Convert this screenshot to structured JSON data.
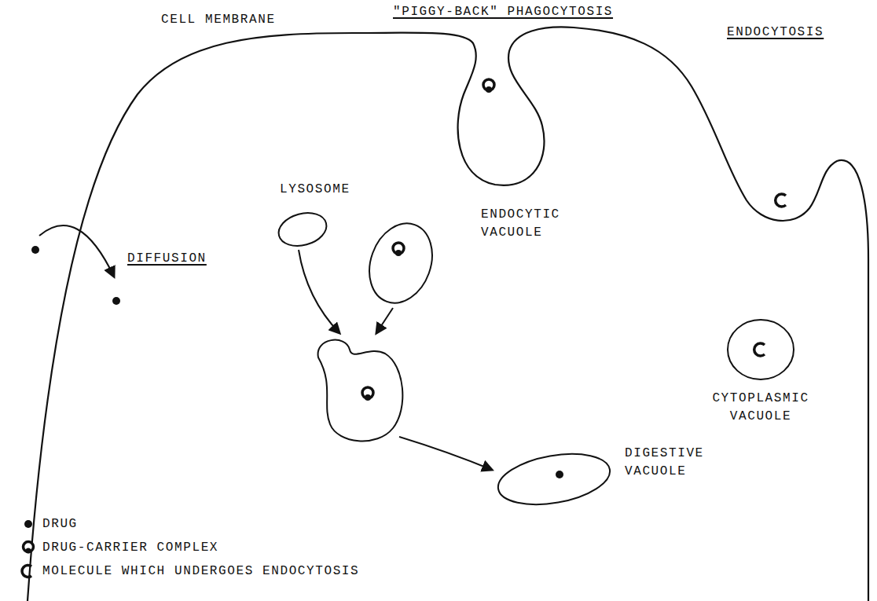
{
  "diagram": {
    "labels": [
      "CELL MEMBRANE",
      "\"PIGGY-BACK\" PHAGOCYTOSIS",
      "ENDOCYTOSIS",
      "LYSOSOME",
      "DIFFUSION",
      "ENDOCYTIC VACUOLE",
      "CYTOPLASMIC VACUOLE",
      "DIGESTIVE VACUOLE"
    ],
    "legend": [
      {
        "text": "DRUG"
      },
      {
        "text": "DRUG-CARRIER COMPLEX"
      },
      {
        "text": "MOLECULE WHICH UNDERGOES ENDOCYTOSIS"
      }
    ]
  }
}
